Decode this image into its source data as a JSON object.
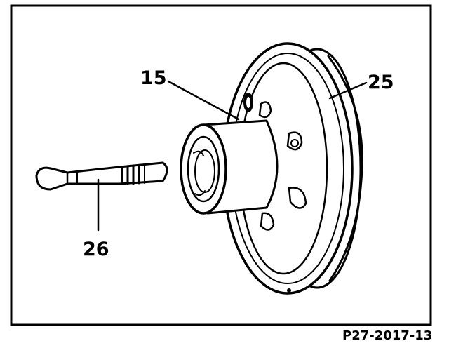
{
  "callouts": {
    "pulley": "25",
    "hub": "15",
    "drift": "26"
  },
  "figure_ref": "P27-2017-13"
}
